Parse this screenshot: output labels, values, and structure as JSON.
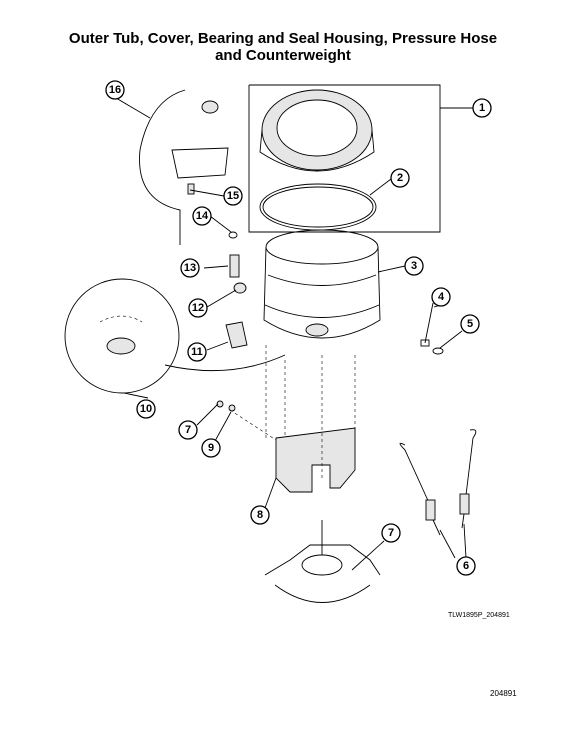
{
  "title": {
    "line1": "Outer Tub, Cover, Bearing and Seal Housing, Pressure Hose",
    "line2": "and Counterweight"
  },
  "figure_code": "TLW1895P_204891",
  "page_number": "204891",
  "callouts": [
    "1",
    "2",
    "3",
    "4",
    "5",
    "6",
    "7",
    "8",
    "9",
    "10",
    "11",
    "12",
    "13",
    "14",
    "15",
    "16"
  ],
  "callout_7_second": "7"
}
